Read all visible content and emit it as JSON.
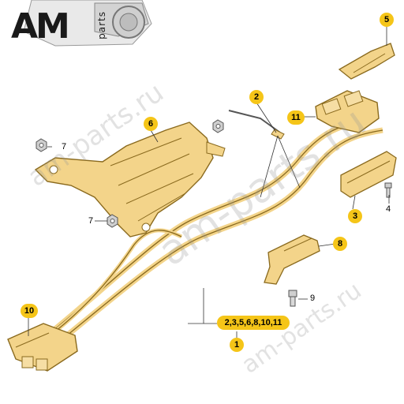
{
  "logo": {
    "brand": "AM",
    "suffix": "parts"
  },
  "watermark": "am-parts.ru",
  "colors": {
    "part_fill": "#f3d48a",
    "part_stroke": "#8a6a1e",
    "callout": "#f5c518"
  },
  "callouts": {
    "c1": "1",
    "c2": "2",
    "c3": "3",
    "c4": "4",
    "c5": "5",
    "c6": "6",
    "c7a": "7",
    "c7b": "7",
    "c8": "8",
    "c9": "9",
    "c10": "10",
    "c11": "11",
    "set": "2,3,5,6,8,10,11"
  }
}
